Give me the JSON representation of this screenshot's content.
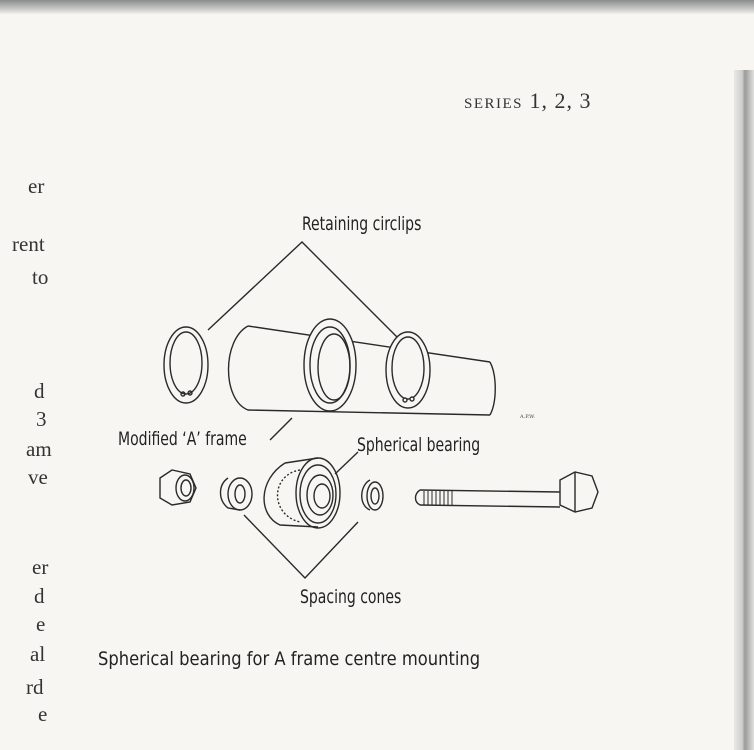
{
  "running_head": {
    "prefix": "SERIES",
    "numbers": "1, 2, 3"
  },
  "left_column_fragments": [
    "er",
    "rent",
    "to",
    "d",
    "3",
    "am",
    "ve",
    "er",
    "d",
    "e",
    "al",
    "rd",
    "e"
  ],
  "figure": {
    "labels": {
      "retaining_circlips": "Retaining circlips",
      "modified_a_frame": "Modified ‘A’ frame",
      "spherical_bearing": "Spherical bearing",
      "spacing_cones": "Spacing cones"
    },
    "caption": "Spherical bearing for A frame centre mounting"
  }
}
